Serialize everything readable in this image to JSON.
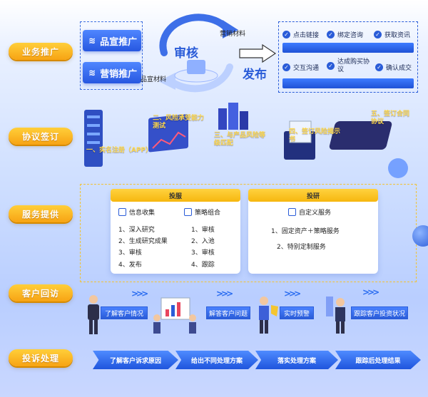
{
  "categories": [
    "业务推广",
    "协议签订",
    "服务提供",
    "客户回访",
    "投诉处理"
  ],
  "promotion": {
    "btn_brand": "品宣推广",
    "btn_marketing": "营销推广",
    "label_brand_material": "品宣材料",
    "label_marketing_material": "营销材料",
    "review": "审核",
    "publish": "发布",
    "customer_steps": [
      "点击链接",
      "绑定咨询",
      "获取资讯",
      "交互沟通",
      "达成购买协议",
      "确认成交"
    ]
  },
  "agreement_steps": [
    "一、实名注册（APP）",
    "二、风险承受能力测试",
    "三、与产品风险等级匹配",
    "四、签订风险揭示书",
    "五、签订合同协议"
  ],
  "service": {
    "advisory": {
      "title": "投服",
      "info_title": "信息收集",
      "info_items": [
        "1、深入研究",
        "2、生成研究成果",
        "3、审核",
        "4、发布"
      ],
      "strategy_title": "策略组合",
      "strategy_items": [
        "1、审核",
        "2、入池",
        "3、审核",
        "4、跟踪"
      ]
    },
    "research": {
      "title": "投研",
      "custom_title": "自定义服务",
      "items": [
        "1、固定资产＋策略服务",
        "2、特别定制服务"
      ]
    }
  },
  "visits": [
    "了解客户情况",
    "解答客户问题",
    "实时预警",
    "跟踪客户投资状况"
  ],
  "complaints": [
    "了解客户诉求原因",
    "给出不同处理方案",
    "落实处理方案",
    "跟踪后处理结果"
  ],
  "colors": {
    "accent_blue": "#2a5cd8",
    "pill_yellow": "#f7a313",
    "step_yellow": "#ffd84a"
  }
}
